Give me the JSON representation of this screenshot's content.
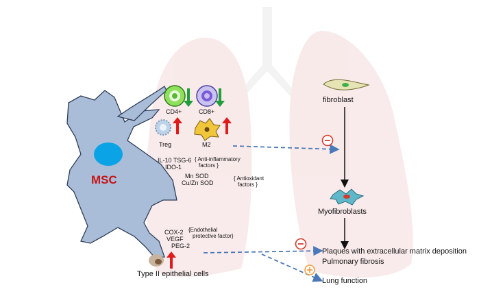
{
  "msc": {
    "label": "MSC"
  },
  "cells": {
    "cd4": "CD4+",
    "cd8": "CD8+",
    "treg": "Treg",
    "m2": "M2",
    "type2": "Type II epithelial cells"
  },
  "factors": {
    "anti_inflammatory": {
      "items_line1": "IL-10 TSG-6",
      "items_line2": "IDO-1",
      "brace_line1": "{ Anti-inflammatory",
      "brace_line2": "factors }"
    },
    "antioxidant": {
      "items_line1": "Mn SOD",
      "items_line2": "Cu/Zn SOD",
      "brace_line1": "{ Antioxidant",
      "brace_line2": "factors }"
    },
    "endothelial": {
      "items_line1": "COX-2",
      "items_line2": "VEGF",
      "items_line3": "PEG-2",
      "brace_line1": "{Endothelial",
      "brace_line2": "protective factor}"
    }
  },
  "pathway": {
    "fibroblast": "fibroblast",
    "myofibroblasts": "Myofibroblasts",
    "outcome_line1": "Plaques with extracellular matrix deposition",
    "outcome_line2": "Pulmonary fibrosis",
    "lung_function": "Lung function"
  },
  "colors": {
    "lung": "#f7e6e6",
    "msc_cell": "#a9bcd8",
    "nucleus": "#0aa3e6",
    "arrow_up": "#e01b1b",
    "arrow_down": "#1f9e3a",
    "dashed_arrow": "#4a78b8",
    "inhibit": "#d63a2e",
    "promote": "#f0a14a"
  }
}
